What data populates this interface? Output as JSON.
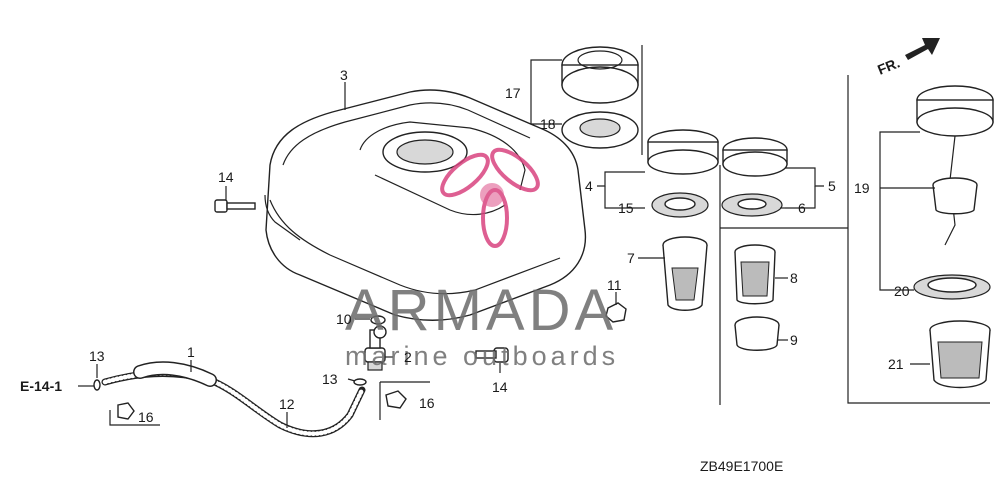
{
  "labels": {
    "p1": "1",
    "p2": "2",
    "p3": "3",
    "p4": "4",
    "p5": "5",
    "p6": "6",
    "p7": "7",
    "p8": "8",
    "p9": "9",
    "p10": "10",
    "p11": "11",
    "p12": "12",
    "p13a": "13",
    "p13b": "13",
    "p14a": "14",
    "p14b": "14",
    "p15": "15",
    "p16a": "16",
    "p16b": "16",
    "p17": "17",
    "p18": "18",
    "p19": "19",
    "p20": "20",
    "p21": "21"
  },
  "ref_label": "E-14-1",
  "front_label": "FR.",
  "diagram_code": "ZB49E1700E",
  "watermark": {
    "brand": "ARMADA",
    "tagline": "marine outboards",
    "accent_color": "#d9447f"
  }
}
